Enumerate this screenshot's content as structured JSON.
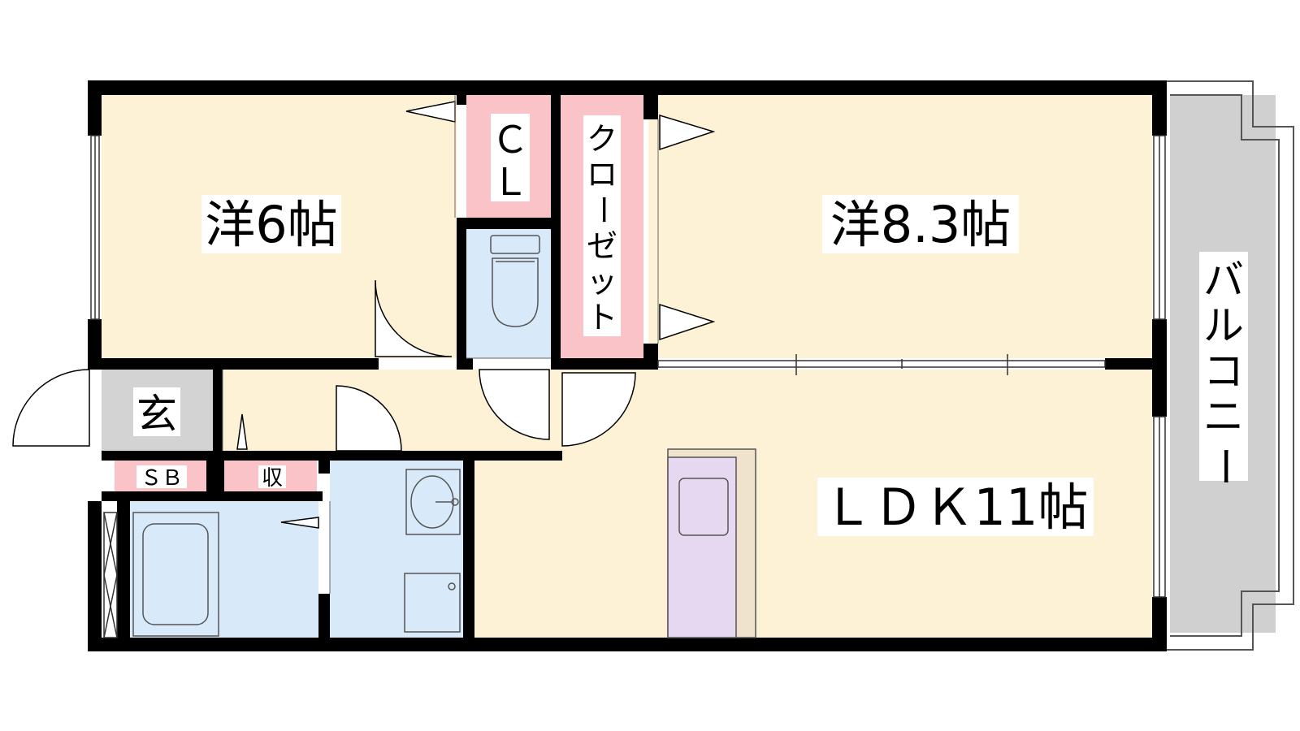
{
  "rooms": {
    "western_room_1": "洋6帖",
    "western_room_2": "洋8.3帖",
    "ldk": "ＬＤＫ11帖",
    "entrance": "玄",
    "closet_cl": [
      "Ｃ",
      "Ｌ"
    ],
    "closet_vertical": [
      "ク",
      "ロ",
      "ー",
      "ゼ",
      "ッ",
      "ト"
    ],
    "balcony": [
      "バ",
      "ル",
      "コ",
      "ニ",
      "ー"
    ],
    "shoe_box": "ＳＢ",
    "storage": "収"
  },
  "colors": {
    "wall": "#000000",
    "room_floor": "#fdf1d6",
    "closet": "#f9c3c8",
    "wet_area": "#d8eaf9",
    "entrance": "#d3d3d3",
    "balcony": "#d0d0d0",
    "kitchen": "#e6d8f1",
    "kitchen_side": "#efe3cd"
  }
}
